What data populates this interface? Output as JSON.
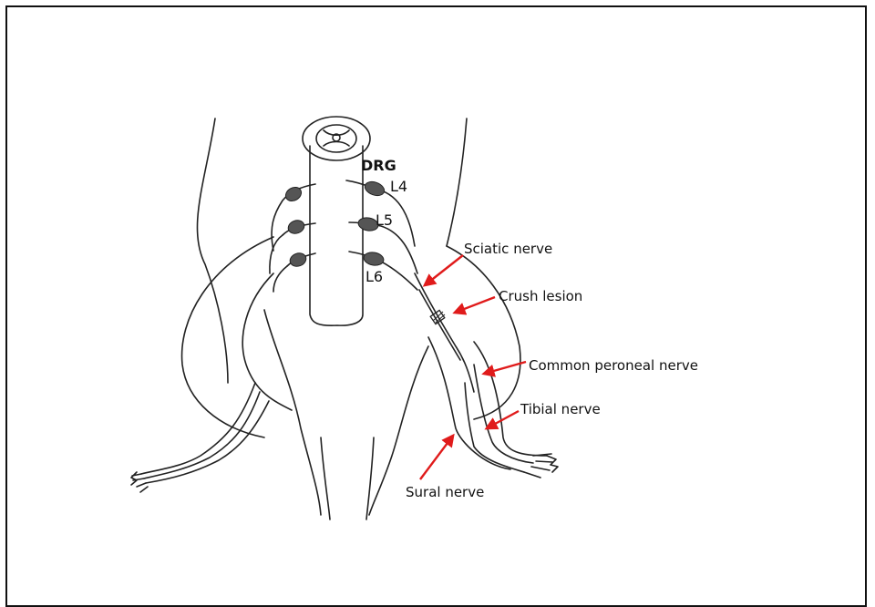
{
  "figure": {
    "labels": {
      "drg": "DRG",
      "l4": "L4",
      "l5": "L5",
      "l6": "L6",
      "sciatic": "Sciatic nerve",
      "crush": "Crush lesion",
      "peroneal": "Common peroneal nerve",
      "tibial": "Tibial nerve",
      "sural": "Sural nerve"
    },
    "arrow_color": "#e01b1b",
    "line_color": "#222222"
  }
}
